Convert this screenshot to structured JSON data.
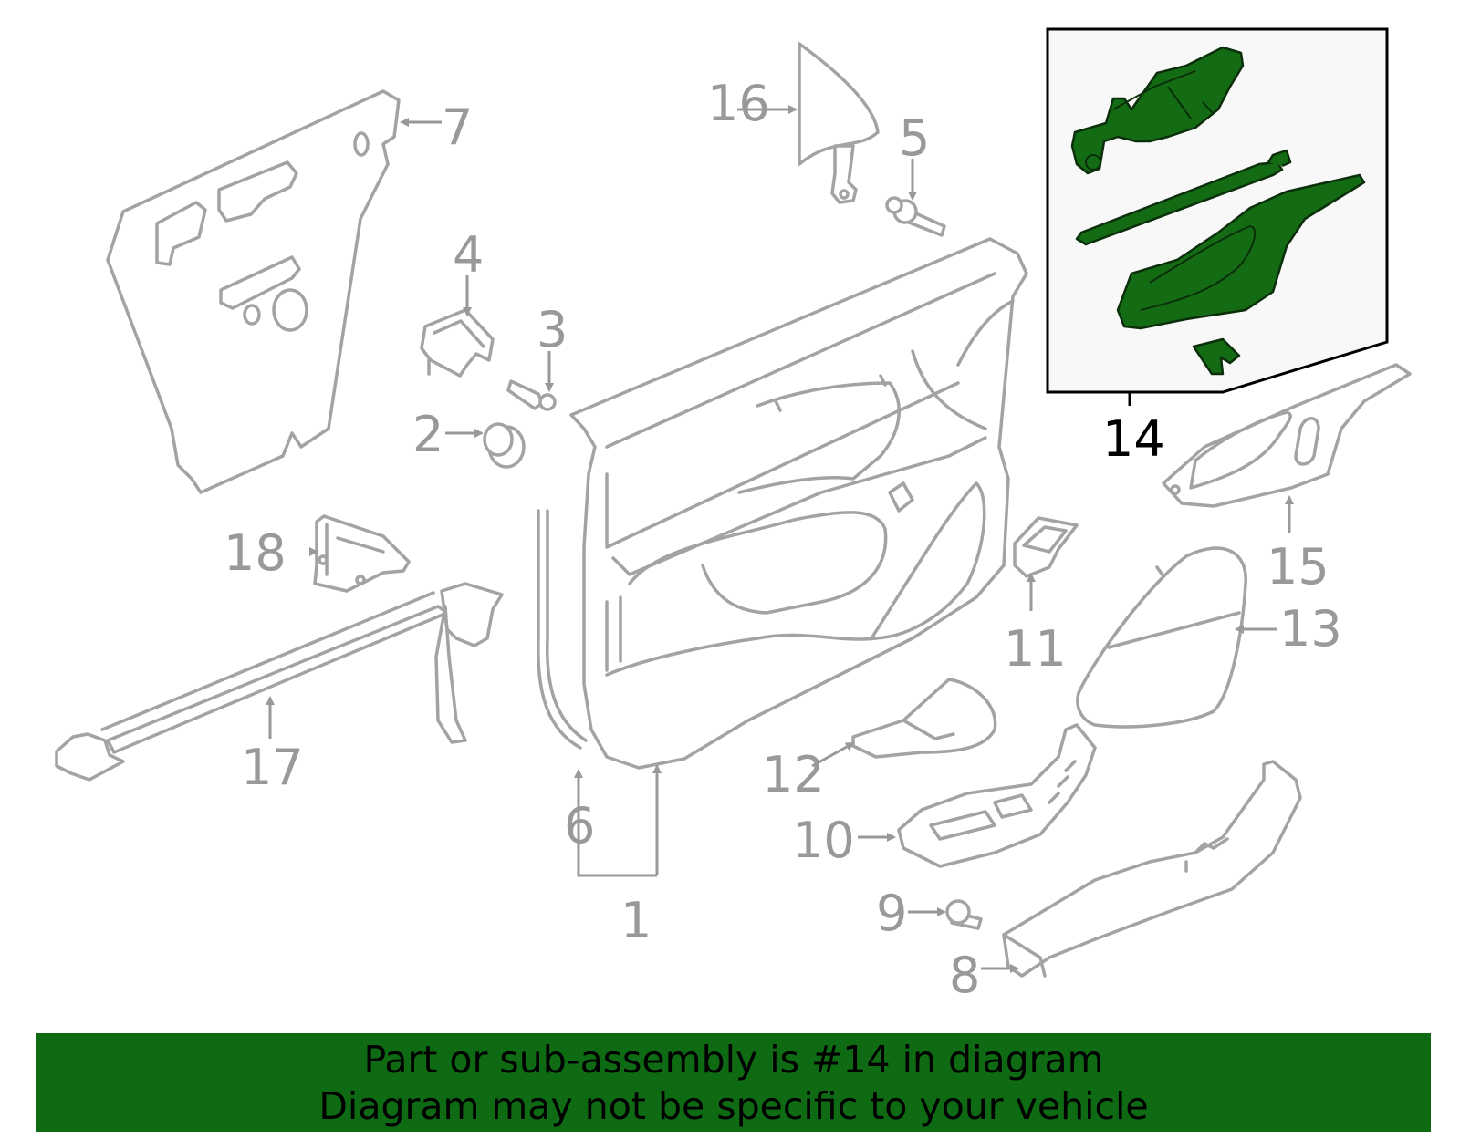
{
  "callouts": {
    "c1": "1",
    "c2": "2",
    "c3": "3",
    "c4": "4",
    "c5": "5",
    "c6": "6",
    "c7": "7",
    "c8": "8",
    "c9": "9",
    "c10": "10",
    "c11": "11",
    "c12": "12",
    "c13": "13",
    "c14": "14",
    "c15": "15",
    "c16": "16",
    "c17": "17",
    "c18": "18"
  },
  "highlighted_part": "14",
  "banner": {
    "line1": "Part or sub-assembly is #14 in diagram",
    "line2": "Diagram may not be specific to your vehicle",
    "background": "#0e6b14"
  },
  "colors": {
    "part_outline": "#a3a3a3",
    "highlight_fill": "#136b13",
    "highlight_label": "#000000"
  }
}
